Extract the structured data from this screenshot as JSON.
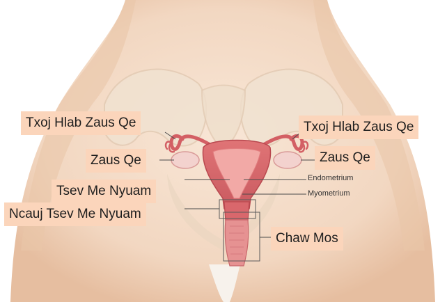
{
  "labels": {
    "fallopian_left": "Txoj Hlab Zaus Qe",
    "fallopian_right": "Txoj Hlab Zaus Qe",
    "ovary_left": "Zaus Qe",
    "ovary_right": "Zaus Qe",
    "uterus": "Tsev Me Nyuam",
    "cervix": "Ncauj Tsev Me Nyuam",
    "vagina": "Chaw Mos",
    "endometrium": "Endometrium",
    "myometrium": "Myometrium"
  },
  "colors": {
    "background": "#ffffff",
    "skin": "#f3dcc8",
    "skin_shadow": "#e7c3a6",
    "pelvis_bone": "#efe1cf",
    "uterus_outer": "#d96b6d",
    "uterus_inner": "#f0a3a0",
    "ovary": "#f2d0cc",
    "label_box": "#fbd5bb",
    "leader_line": "#4a4a4a"
  }
}
